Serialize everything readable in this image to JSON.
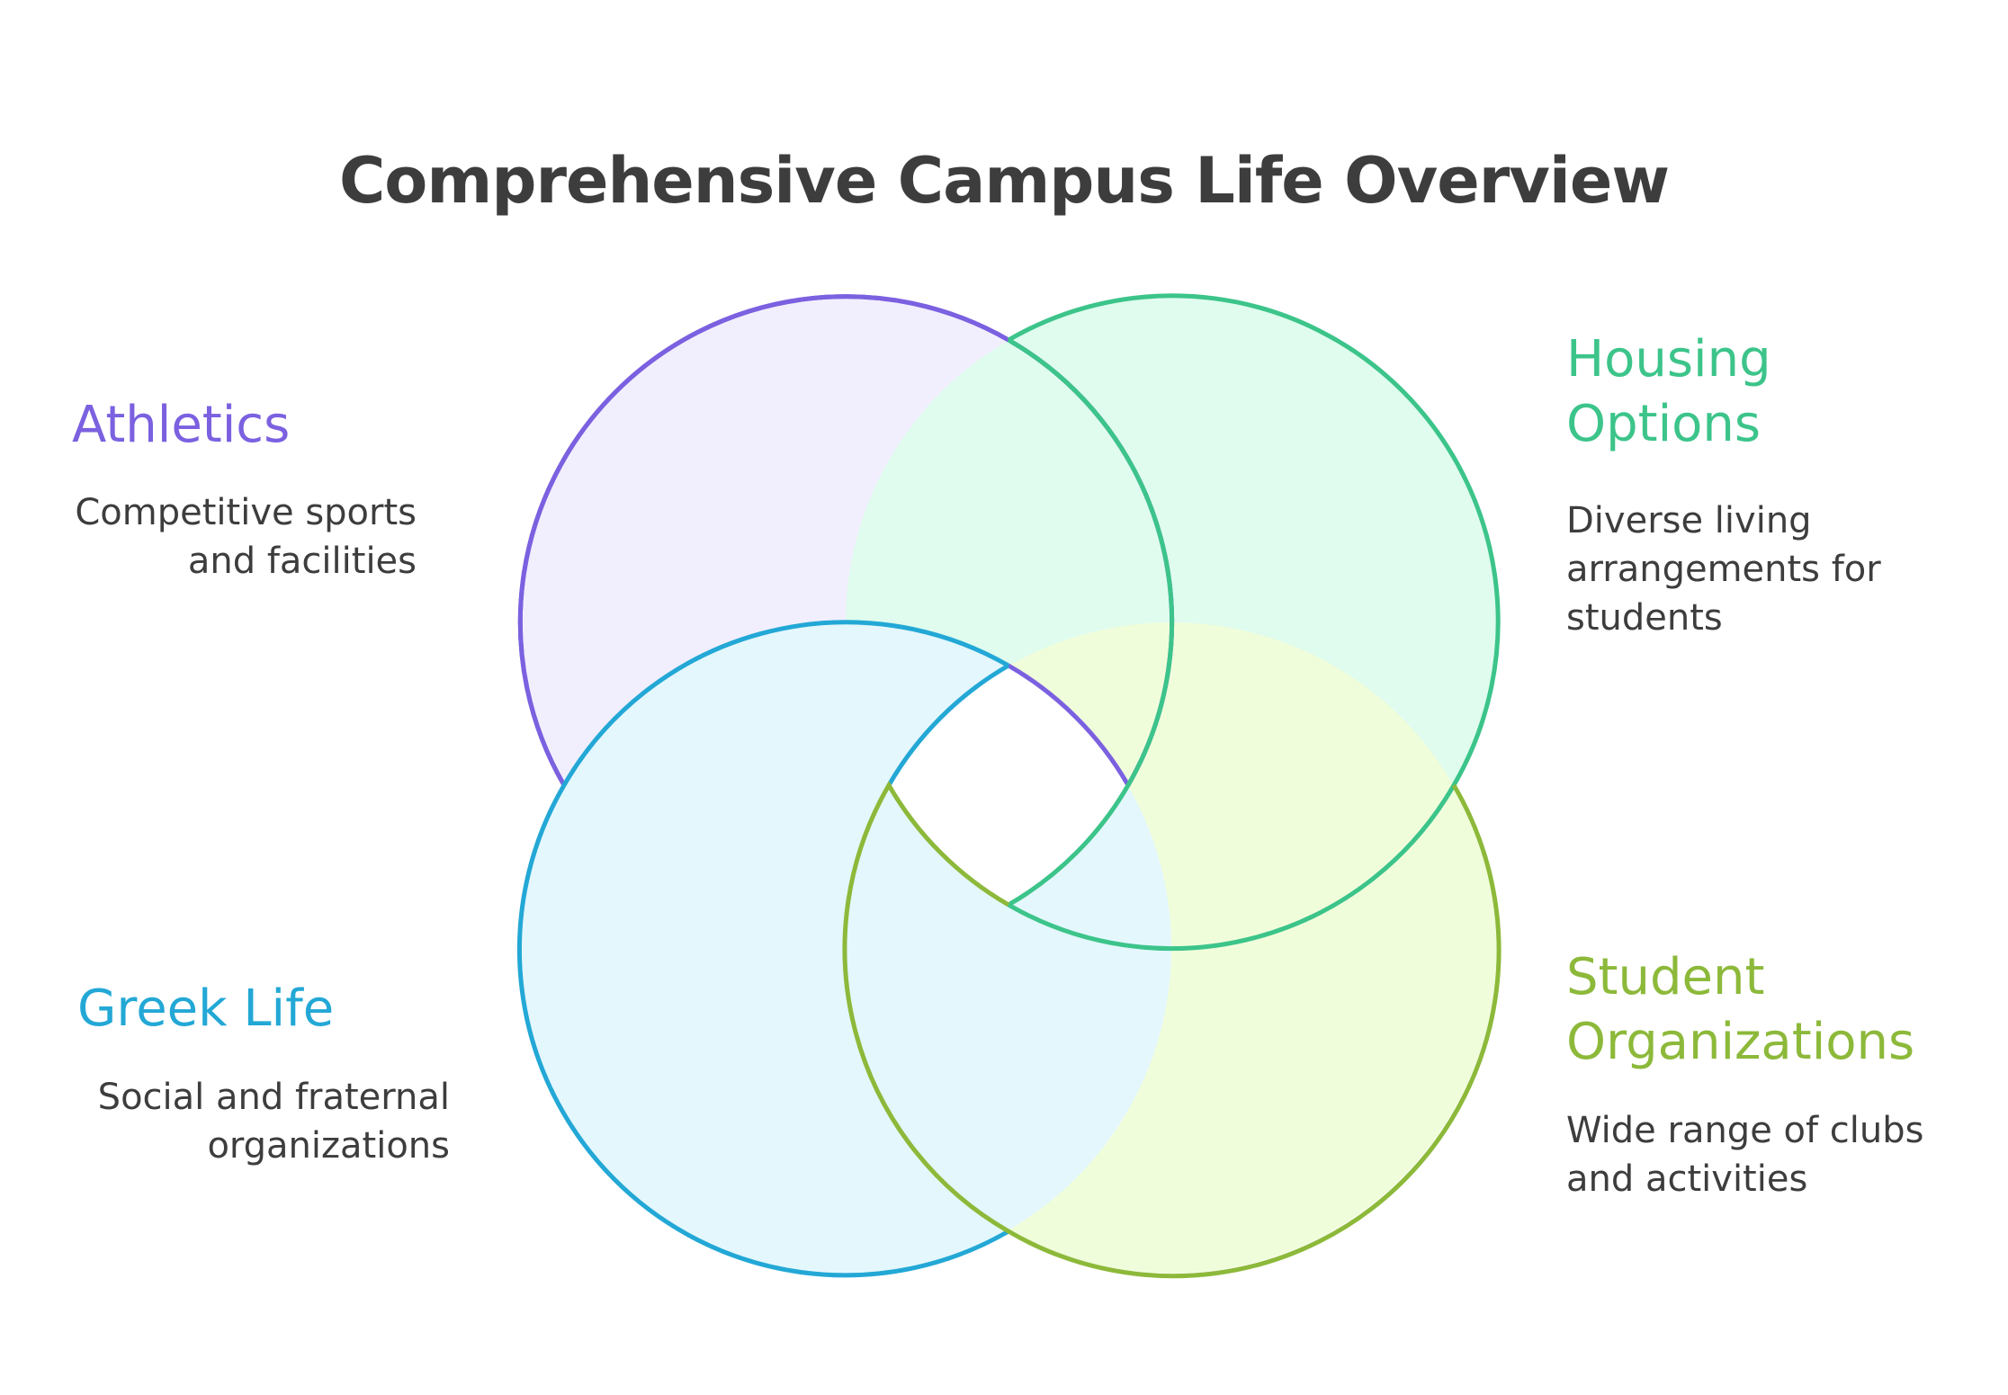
{
  "title": "Comprehensive Campus Life Overview",
  "colors": {
    "athletics": "#7b61e0",
    "housing": "#3cc48a",
    "greek": "#23a8d6",
    "student": "#8db93a",
    "text": "#3d3d3d"
  },
  "sections": {
    "athletics": {
      "label": "Athletics",
      "description": "Competitive sports\nand facilities"
    },
    "housing": {
      "label": "Housing\nOptions",
      "description": "Diverse living\narrangements for\nstudents"
    },
    "greek": {
      "label": "Greek Life",
      "description": "Social and fraternal\norganizations"
    },
    "student": {
      "label": "Student\nOrganizations",
      "description": "Wide range of clubs\nand activities"
    }
  }
}
